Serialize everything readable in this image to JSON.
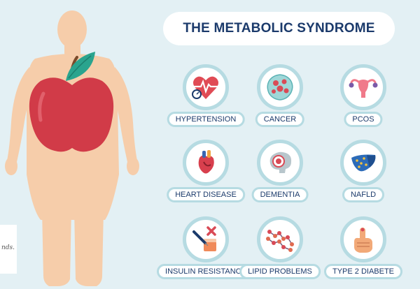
{
  "title": "THE METABOLIC SYNDROME",
  "colors": {
    "background": "#e3f0f4",
    "title_text": "#1b3a6b",
    "body": "#f6cdaa",
    "apple": "#d13b48",
    "leaf": "#2aa48e",
    "circle_border": "#b6dbe2"
  },
  "logo_scribble": "nds.",
  "conditions": [
    {
      "label": "HYPERTENSION",
      "icon": "heart-pressure-icon"
    },
    {
      "label": "CANCER",
      "icon": "cancer-cell-icon"
    },
    {
      "label": "PCOS",
      "icon": "uterus-icon"
    },
    {
      "label": "HEART DISEASE",
      "icon": "anatomical-heart-icon"
    },
    {
      "label": "DEMENTIA",
      "icon": "brain-target-icon"
    },
    {
      "label": "NAFLD",
      "icon": "liver-icon"
    },
    {
      "label": "INSULIN RESISTANCE",
      "icon": "insulin-syringe-icon"
    },
    {
      "label": "LIPID PROBLEMS",
      "icon": "lipid-chain-icon"
    },
    {
      "label": "TYPE 2 DIABETE",
      "icon": "finger-prick-icon"
    }
  ]
}
